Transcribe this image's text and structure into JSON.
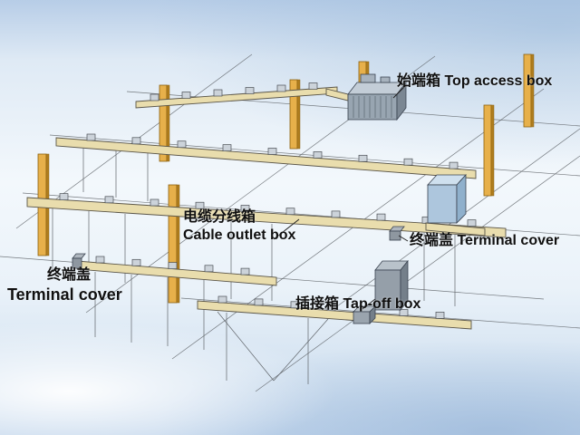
{
  "diagram": {
    "labels": {
      "top_access_box": {
        "zh": "始端箱",
        "en": "Top access box"
      },
      "cable_outlet_box": {
        "zh": "电缆分线箱",
        "en": "Cable outlet box"
      },
      "terminal_cover_right": {
        "zh": "终端盖",
        "en": "Terminal cover"
      },
      "tap_off_box": {
        "zh": "插接箱",
        "en": "Tap-off box"
      },
      "terminal_cover_left": {
        "zh": "终端盖",
        "en": "Terminal cover"
      }
    }
  },
  "colors": {
    "bg-top": "#b7cde7",
    "bg-mid": "#f3f8fc",
    "bg-bottom": "#c2d6ec",
    "column": "#e7b04a",
    "column-side": "#b07d1e",
    "rail": "#e9ddad",
    "rail-edge": "#5a5548",
    "line": "#5f6468",
    "box-gray": "#98a5b1",
    "box-blue": "#adc6dd",
    "text": "#101010"
  }
}
